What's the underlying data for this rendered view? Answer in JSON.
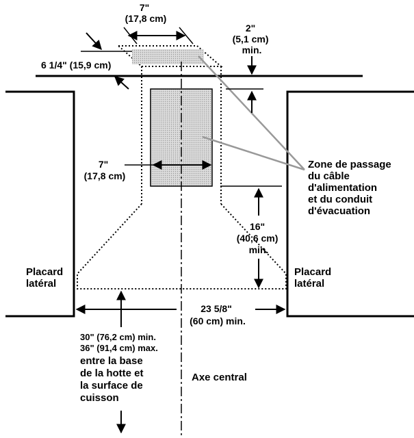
{
  "labels": {
    "top_width": [
      "7\"",
      "(17,8 cm)"
    ],
    "top_clearance": [
      "2\"",
      "(5,1 cm)",
      "min."
    ],
    "depth": "6 1/4\" (15,9 cm)",
    "inner_width": [
      "7\"",
      "(17,8 cm)"
    ],
    "zone": [
      "Zone de passage",
      "du câble",
      "d'alimentation",
      "et du conduit",
      "d'évacuation"
    ],
    "cabinet_height": [
      "16\"",
      "(40,6 cm)",
      "min."
    ],
    "left_cabinet": [
      "Placard",
      "latéral"
    ],
    "right_cabinet": [
      "Placard",
      "latéral"
    ],
    "cabinet_gap": [
      "23 5/8\"",
      "(60 cm) min."
    ],
    "hood_height": [
      "30\" (76,2 cm) min.",
      "36\" (91,4 cm) max.",
      "entre la base",
      "de la hotte et",
      "la surface de",
      "cuisson"
    ],
    "center_axis": "Axe central"
  },
  "colors": {
    "line": "#000000",
    "zone_fill": "#c8c8c8",
    "leader": "#999999"
  }
}
